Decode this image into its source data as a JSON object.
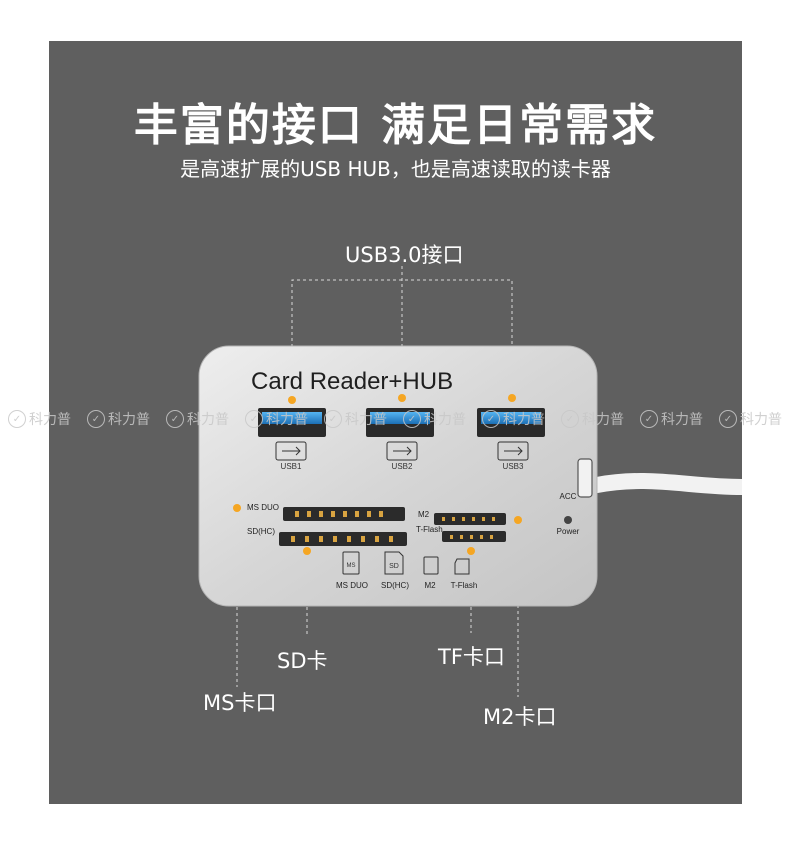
{
  "heading": {
    "title": "丰富的接口 满足日常需求",
    "subtitle": "是高速扩展的USB HUB，也是高速读取的读卡器"
  },
  "callouts": {
    "usb": "USB3.0接口",
    "sd": "SD卡",
    "tf": "TF卡口",
    "ms": "MS卡口",
    "m2": "M2卡口"
  },
  "device": {
    "label": "Card Reader+HUB",
    "usb_ports": [
      "USB1",
      "USB2",
      "USB3"
    ],
    "slot_labels": {
      "ms_duo": "MS DUO",
      "sd_hc": "SD(HC)",
      "m2": "M2",
      "t_flash": "T-Flash"
    },
    "card_icons": [
      "MS DUO",
      "SD(HC)",
      "M2",
      "T-Flash"
    ],
    "card_icon_glyphs": {
      "ms": "MS",
      "sd": "SD"
    },
    "acc": "ACC",
    "power": "Power"
  },
  "watermark": {
    "text": "科力普",
    "repeat": 10
  },
  "colors": {
    "panel": "#5f5f5f",
    "marker": "#f5a623",
    "usb_blue": "#2f8fd8"
  }
}
